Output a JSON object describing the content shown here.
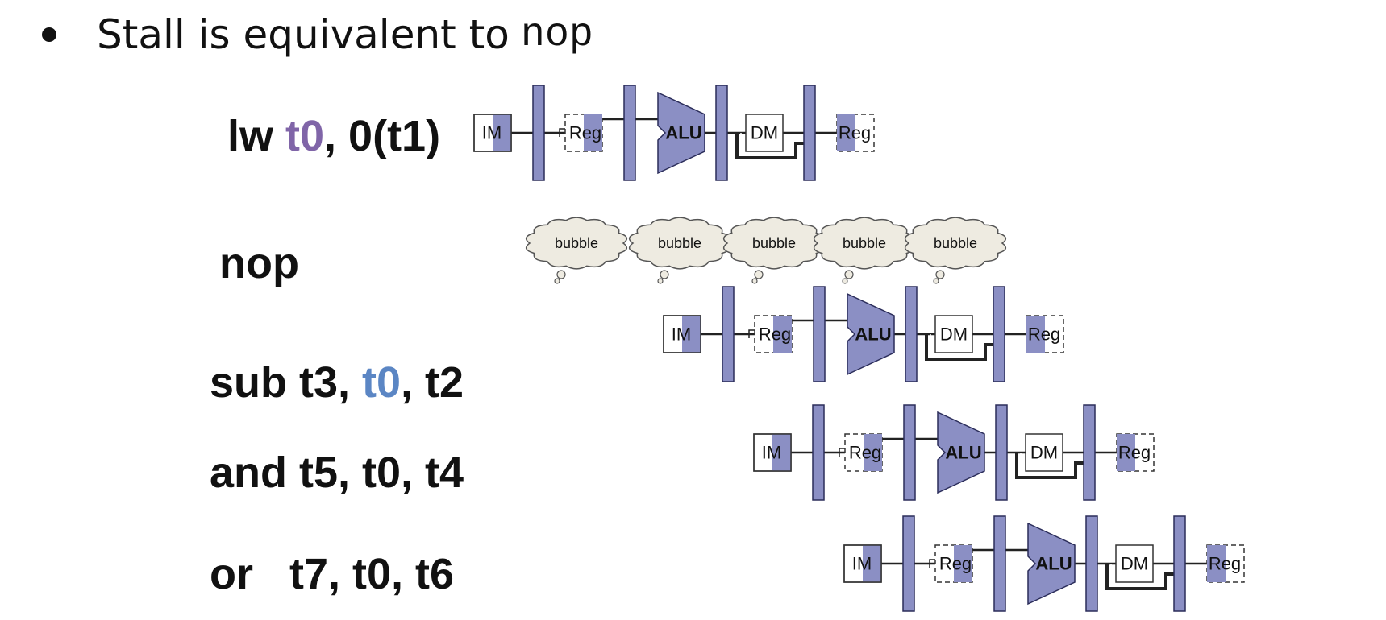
{
  "bullet": {
    "text": "Stall is equivalent to",
    "code": "nop"
  },
  "instructions": {
    "lw": {
      "op": "lw",
      "dest": "t0",
      "rest": ", 0(t1)"
    },
    "nop": {
      "op": "nop"
    },
    "sub": {
      "pre": "sub t3, ",
      "dep": "t0",
      "post": ", t2"
    },
    "and": {
      "text": "and t5, t0, t4"
    },
    "or": {
      "text": "or   t7, t0, t6"
    }
  },
  "pipeline": {
    "stage_labels": {
      "im": "IM",
      "reg": "Reg",
      "alu": "ALU",
      "dm": "DM",
      "wb": "Reg"
    },
    "bubble_label": "bubble",
    "bubble_count": 5
  },
  "colors": {
    "stage_fill": "#8b8fc4",
    "stage_stroke": "#2b2d5a",
    "bubble_fill": "#eeebe1",
    "dest_highlight": "#8065a8",
    "dependency_highlight": "#5b86c4"
  }
}
